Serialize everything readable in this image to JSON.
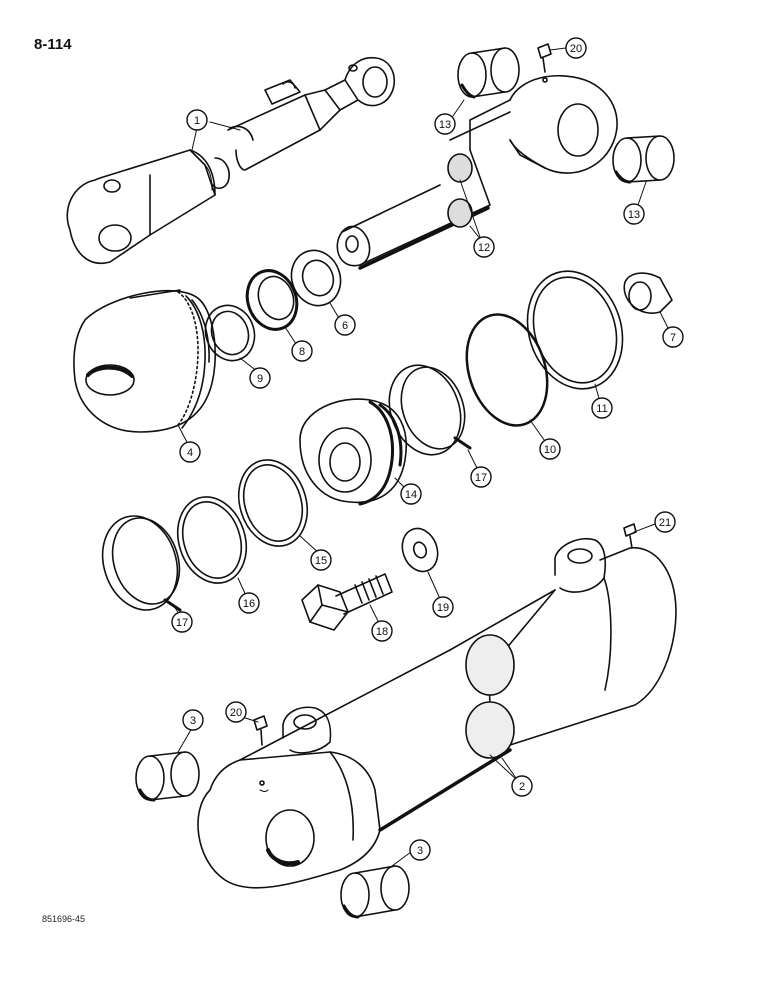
{
  "page": {
    "number": "8-114",
    "drawing_code": "851696-45"
  },
  "callouts": [
    {
      "id": "c1",
      "label": "1"
    },
    {
      "id": "c20a",
      "label": "20"
    },
    {
      "id": "c13a",
      "label": "13"
    },
    {
      "id": "c13b",
      "label": "13"
    },
    {
      "id": "c12",
      "label": "12"
    },
    {
      "id": "c9",
      "label": "9"
    },
    {
      "id": "c8",
      "label": "8"
    },
    {
      "id": "c6",
      "label": "6"
    },
    {
      "id": "c7",
      "label": "7"
    },
    {
      "id": "c4",
      "label": "4"
    },
    {
      "id": "c11",
      "label": "11"
    },
    {
      "id": "c10",
      "label": "10"
    },
    {
      "id": "c17a",
      "label": "17"
    },
    {
      "id": "c14",
      "label": "14"
    },
    {
      "id": "c15",
      "label": "15"
    },
    {
      "id": "c16",
      "label": "16"
    },
    {
      "id": "c17b",
      "label": "17"
    },
    {
      "id": "c18",
      "label": "18"
    },
    {
      "id": "c19",
      "label": "19"
    },
    {
      "id": "c21",
      "label": "21"
    },
    {
      "id": "c3a",
      "label": "3"
    },
    {
      "id": "c20b",
      "label": "20"
    },
    {
      "id": "c2",
      "label": "2"
    },
    {
      "id": "c3b",
      "label": "3"
    }
  ]
}
